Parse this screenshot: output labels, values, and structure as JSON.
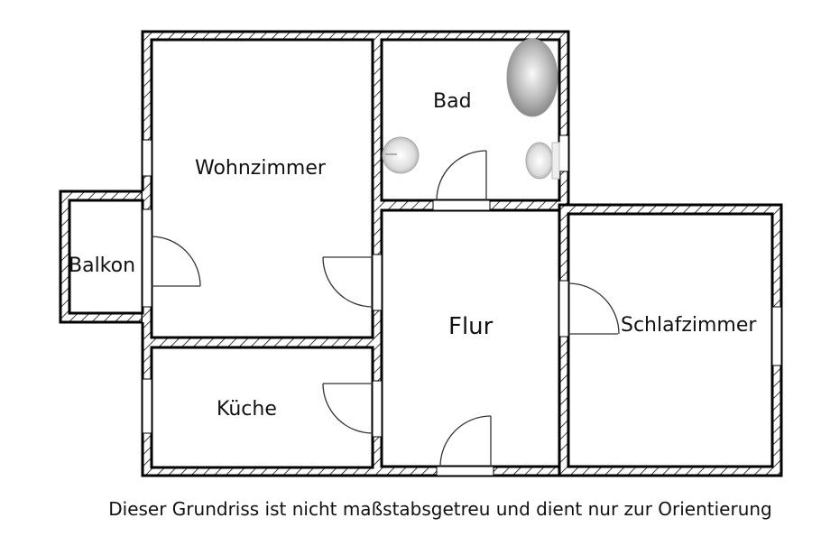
{
  "rooms": {
    "wohnzimmer": "Wohnzimmer",
    "bad": "Bad",
    "balkon": "Balkon",
    "flur": "Flur",
    "schlafzimmer": "Schlafzimmer",
    "kueche": "Küche"
  },
  "caption": "Dieser Grundriss ist nicht maßstabsgetreu und dient nur zur Orientierung",
  "colors": {
    "wall": "#000000",
    "background": "#ffffff"
  }
}
